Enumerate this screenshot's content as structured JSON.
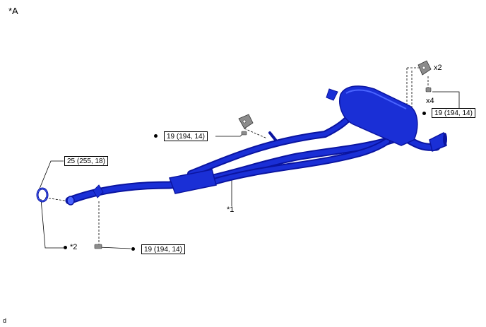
{
  "view_label": "*A",
  "corner_code": "d",
  "callouts": {
    "assembly": "*1",
    "gasket": "*2",
    "qty_upper": "x2",
    "qty_nuts": "x4"
  },
  "torques": {
    "clamp": "25 (255, 18)",
    "front_hanger": "19 (194, 14)",
    "rear_nuts": "19 (194, 14)",
    "bottom_bolt": "19 (194, 14)"
  },
  "colors": {
    "pipe_dark": "#0a14a0",
    "pipe_main": "#1a2fd6",
    "pipe_light": "#4a64ff",
    "hardware": "#8c8c8c"
  }
}
